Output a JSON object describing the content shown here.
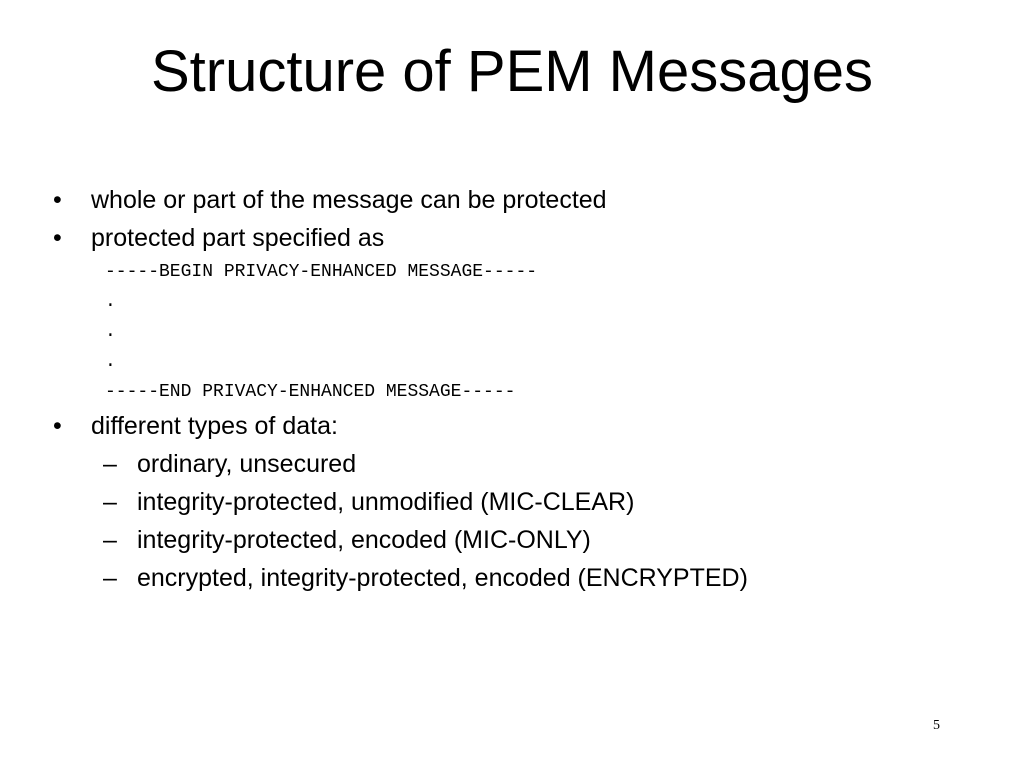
{
  "slide": {
    "title": "Structure of PEM Messages",
    "page_number": "5",
    "bullets": [
      {
        "marker": "•",
        "text": "whole or part of the message can be protected"
      },
      {
        "marker": "•",
        "text": "protected part specified as"
      },
      {
        "marker": "•",
        "text": "different types of data:"
      }
    ],
    "code_lines": [
      "-----BEGIN PRIVACY-ENHANCED MESSAGE-----",
      ".",
      ".",
      ".",
      "-----END PRIVACY-ENHANCED MESSAGE-----"
    ],
    "sub_bullets": [
      {
        "marker": "–",
        "text": "ordinary, unsecured"
      },
      {
        "marker": "–",
        "text": "integrity-protected, unmodified (MIC-CLEAR)"
      },
      {
        "marker": "–",
        "text": "integrity-protected, encoded (MIC-ONLY)"
      },
      {
        "marker": "–",
        "text": "encrypted, integrity-protected, encoded (ENCRYPTED)"
      }
    ]
  }
}
